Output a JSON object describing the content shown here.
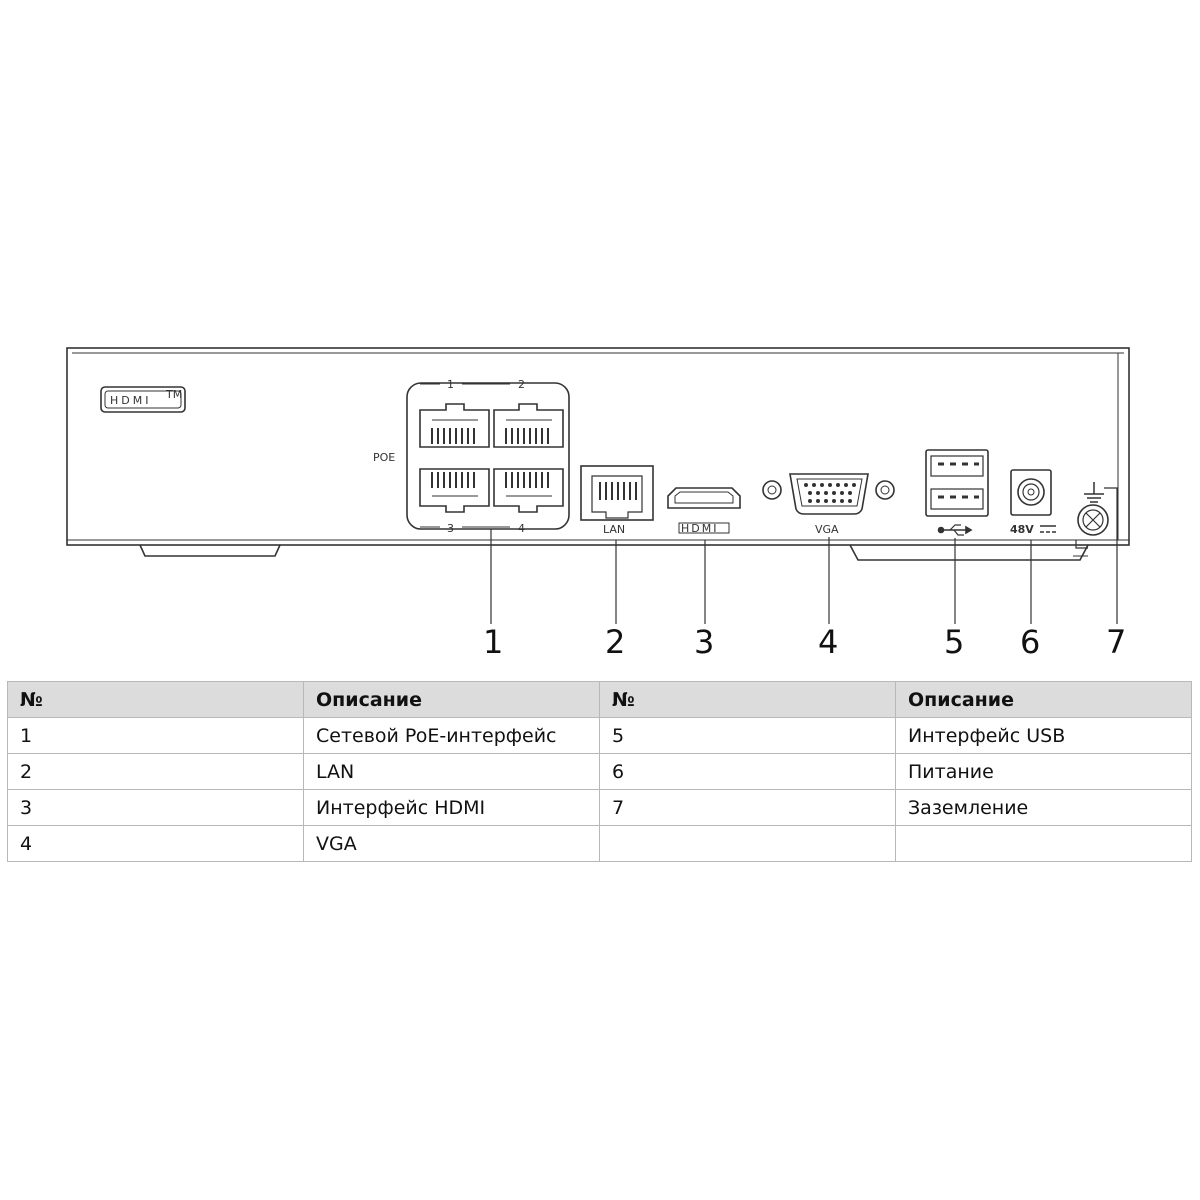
{
  "panel_labels": {
    "hdmi_logo": "HDMI",
    "hdmi_logo_tm": "TM",
    "poe": "POE",
    "port1": "1",
    "port2": "2",
    "port3": "3",
    "port4": "4",
    "lan": "LAN",
    "hdmi": "HDMI",
    "vga": "VGA",
    "power": "48V"
  },
  "callouts": [
    "1",
    "2",
    "3",
    "4",
    "5",
    "6",
    "7"
  ],
  "table": {
    "headers": [
      "№",
      "Описание",
      "№",
      "Описание"
    ],
    "rows": [
      [
        "1",
        "Сетевой PoE-интерфейс",
        "5",
        "Интерфейс USB"
      ],
      [
        "2",
        "LAN",
        "6",
        "Питание"
      ],
      [
        "3",
        "Интерфейс HDMI",
        "7",
        "Заземление"
      ],
      [
        "4",
        "VGA",
        "",
        ""
      ]
    ]
  }
}
